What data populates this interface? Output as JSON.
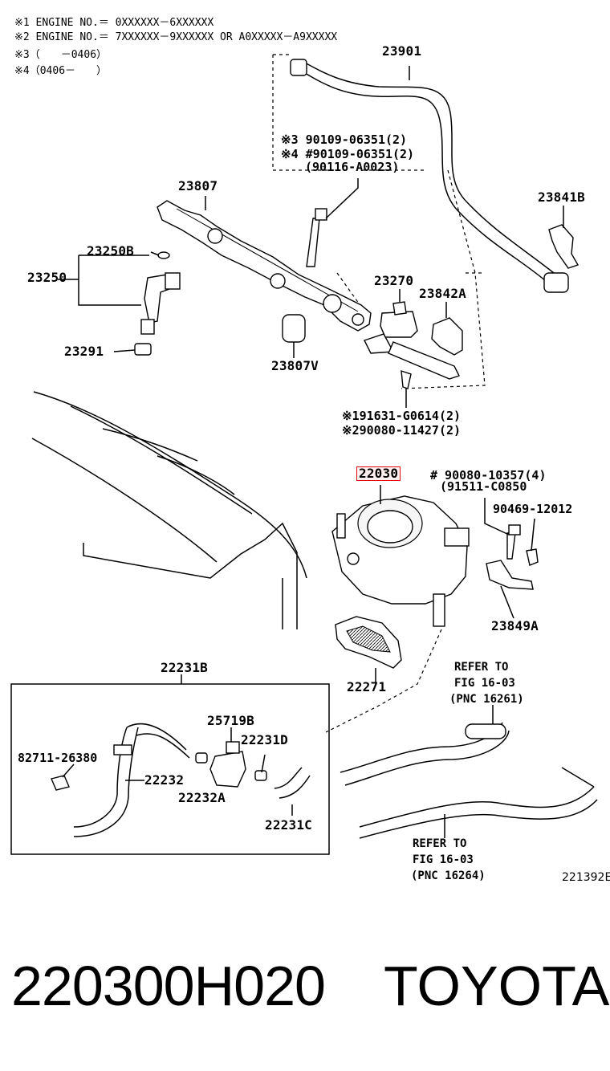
{
  "notes": [
    "※1 ENGINE NO.＝ 0XXXXXX－6XXXXXX",
    "※2 ENGINE NO.＝ 7XXXXXX－9XXXXXX OR A0XXXXX－A9XXXXX",
    "※3（　　－0406）",
    "※4（0406－　　）"
  ],
  "parts": {
    "p23901": "23901",
    "p23841B": "23841B",
    "p23807": "23807",
    "p23250B": "23250B",
    "p23250": "23250",
    "p23291": "23291",
    "p23807V": "23807V",
    "p23270": "23270",
    "p23842A": "23842A",
    "p22030": "22030",
    "p90469": "90469-12012",
    "p23849A": "23849A",
    "p22271": "22271",
    "p22231B": "22231B",
    "p25719B": "25719B",
    "p22231D": "22231D",
    "p82711": "82711-26380",
    "p22232": "22232",
    "p22232A": "22232A",
    "p22231C": "22231C"
  },
  "fasteners": {
    "upper_line1": "※3  90109-06351(2)",
    "upper_line2": "※4 #90109-06351(2)",
    "upper_line3": "(90116-A0023)",
    "lower_line1": "※191631-G0614(2)",
    "lower_line2": "※290080-11427(2)",
    "throttle_line1": "# 90080-10357(4)",
    "throttle_line2": "(91511-C0850"
  },
  "refer_upper": {
    "line1": "REFER TO",
    "line2": "FIG 16-03",
    "line3": "(PNC 16261)"
  },
  "refer_lower": {
    "line1": "REFER TO",
    "line2": "FIG 16-03",
    "line3": "(PNC 16264)"
  },
  "diagram_code": "221392E",
  "footer": {
    "part_number": "220300H020",
    "brand": "TOYOTA"
  },
  "colors": {
    "highlight": "#e30613",
    "ink": "#000000"
  }
}
